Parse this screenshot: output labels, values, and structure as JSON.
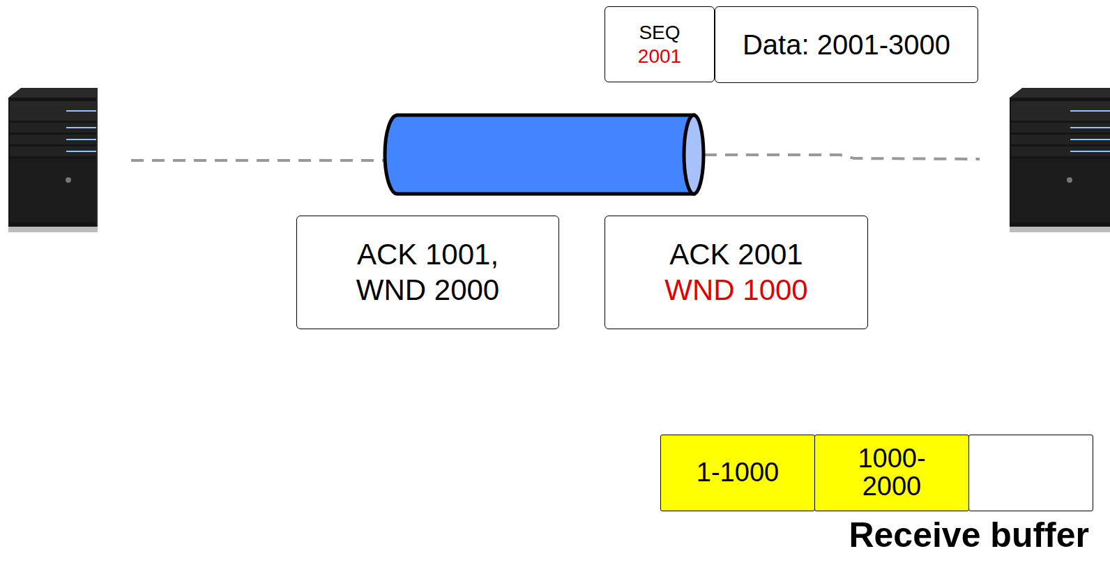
{
  "diagram": {
    "nodes": [
      {
        "text": [
          "SEQ",
          "2001"
        ]
      },
      {
        "text": [
          "Data: 2001-3000"
        ]
      },
      {
        "text": [
          "ACK 1001, WND 2000"
        ]
      },
      {
        "text": [
          "ACK 2001",
          "WND 1000"
        ]
      },
      {
        "text": [
          "1-1000"
        ]
      },
      {
        "text": [
          "1000- 2000"
        ]
      }
    ],
    "labels": [
      "Receive buffer"
    ]
  }
}
